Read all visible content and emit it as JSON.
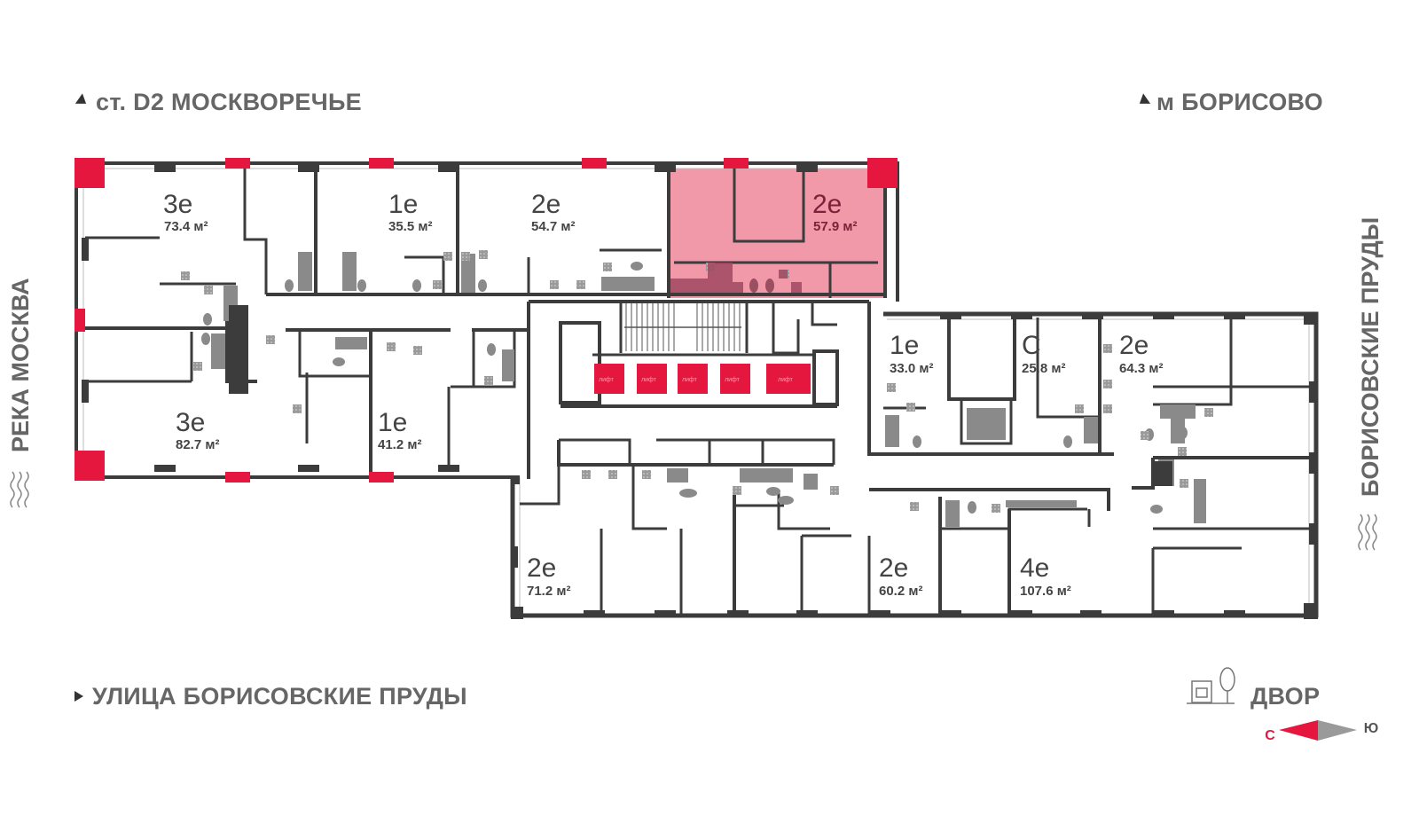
{
  "labels": {
    "station": "ст. D2 МОСКВОРЕЧЬЕ",
    "metro": "м БОРИСОВО",
    "street": "УЛИЦА БОРИСОВСКИЕ ПРУДЫ",
    "yard": "ДВОР",
    "river": "РЕКА МОСКВА",
    "ponds": "БОРИСОВСКИЕ ПРУДЫ"
  },
  "compass": {
    "north": "С",
    "south": "Ю"
  },
  "lift_label": "лифт",
  "colors": {
    "accent": "#e5173f",
    "selected_fill": "#f199a8",
    "wall": "#3c3c3c",
    "fixture": "#8a8a8a"
  },
  "apartments": [
    {
      "id": "a1",
      "code": "3е",
      "area": "73.4 м²",
      "selected": false
    },
    {
      "id": "a2",
      "code": "1е",
      "area": "35.5 м²",
      "selected": false
    },
    {
      "id": "a3",
      "code": "2е",
      "area": "54.7 м²",
      "selected": false
    },
    {
      "id": "a4",
      "code": "2е",
      "area": "57.9 м²",
      "selected": true
    },
    {
      "id": "a5",
      "code": "3е",
      "area": "82.7 м²",
      "selected": false
    },
    {
      "id": "a6",
      "code": "1е",
      "area": "41.2 м²",
      "selected": false
    },
    {
      "id": "a7",
      "code": "1е",
      "area": "33.0 м²",
      "selected": false
    },
    {
      "id": "a8",
      "code": "С",
      "area": "25.8 м²",
      "selected": false
    },
    {
      "id": "a9",
      "code": "2е",
      "area": "64.3 м²",
      "selected": false
    },
    {
      "id": "a10",
      "code": "2е",
      "area": "71.2 м²",
      "selected": false
    },
    {
      "id": "a11",
      "code": "2е",
      "area": "60.2 м²",
      "selected": false
    },
    {
      "id": "a12",
      "code": "4е",
      "area": "107.6 м²",
      "selected": false
    }
  ]
}
